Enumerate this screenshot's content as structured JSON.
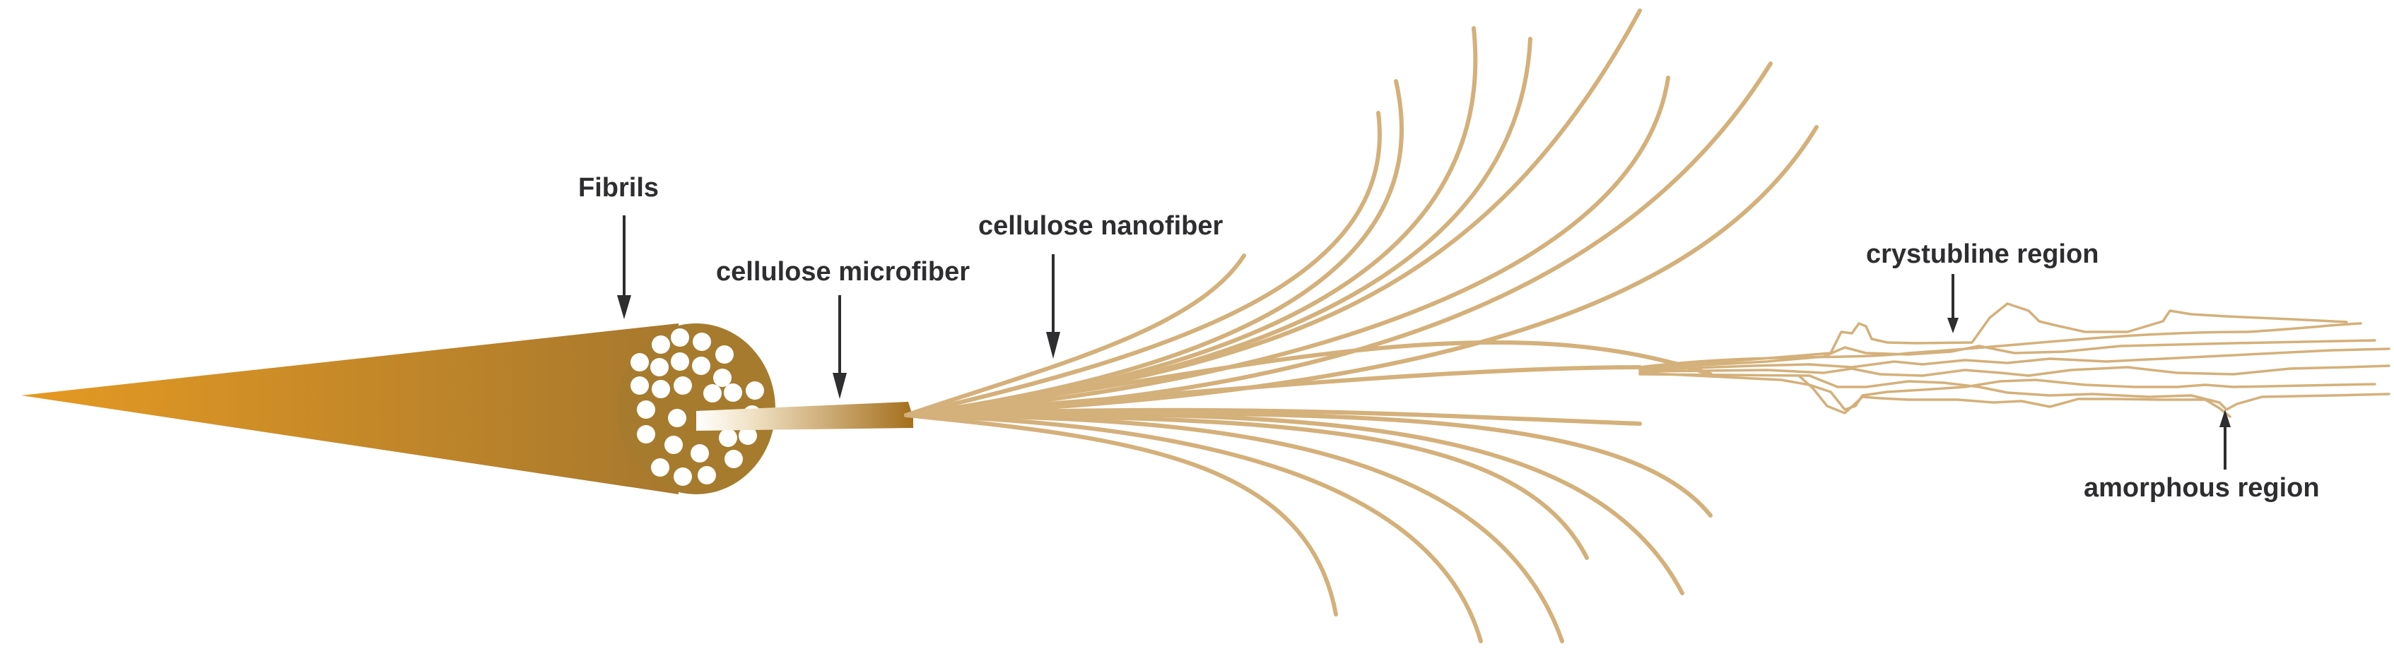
{
  "labels": {
    "fibrils": "Fibrils",
    "microfiber": "cellulose microfiber",
    "nanofiber": "cellulose nanofiber",
    "crystalline": "crystubline region",
    "amorphous": "amorphous region"
  },
  "colors": {
    "cone_start": "#e59a22",
    "cone_end": "#a7782e",
    "disc": "#a67b2e",
    "fibril_hole": "#ffffff",
    "fiber": "#d4b07a",
    "label_text": "#2e2e30"
  }
}
